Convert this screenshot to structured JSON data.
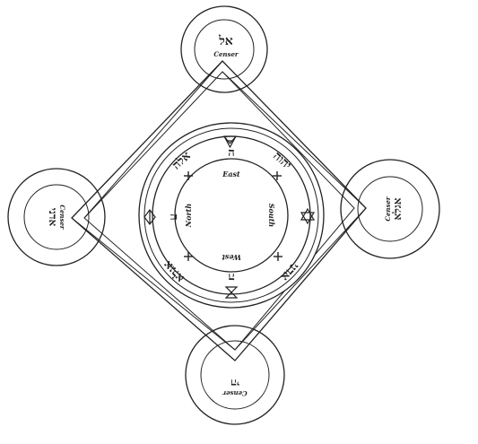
{
  "colors": {
    "ink": "#222222",
    "paper": "#ffffff"
  },
  "censers": {
    "top": {
      "word": "אל",
      "label": "Censer"
    },
    "left": {
      "word": "אדני",
      "label": "Censer"
    },
    "right": {
      "word": "אגלא",
      "label": "Censer"
    },
    "bottom": {
      "word": "הי",
      "label": "Censer"
    }
  },
  "circle": {
    "names": {
      "upper_left": "אלה",
      "upper_right": "יהוה",
      "lower_left": "אגלא",
      "lower_right": "אדני"
    },
    "directions": {
      "east": "East",
      "south": "South",
      "west": "West",
      "north": "North"
    },
    "inner_letters": {
      "top": "ה",
      "left": "ה",
      "bottom": "ה"
    },
    "symbols": {
      "top": "pentagram-triangle-icon",
      "right": "hexagram-icon",
      "bottom": "hourglass-icon",
      "left": "diamond-sign-icon"
    }
  }
}
